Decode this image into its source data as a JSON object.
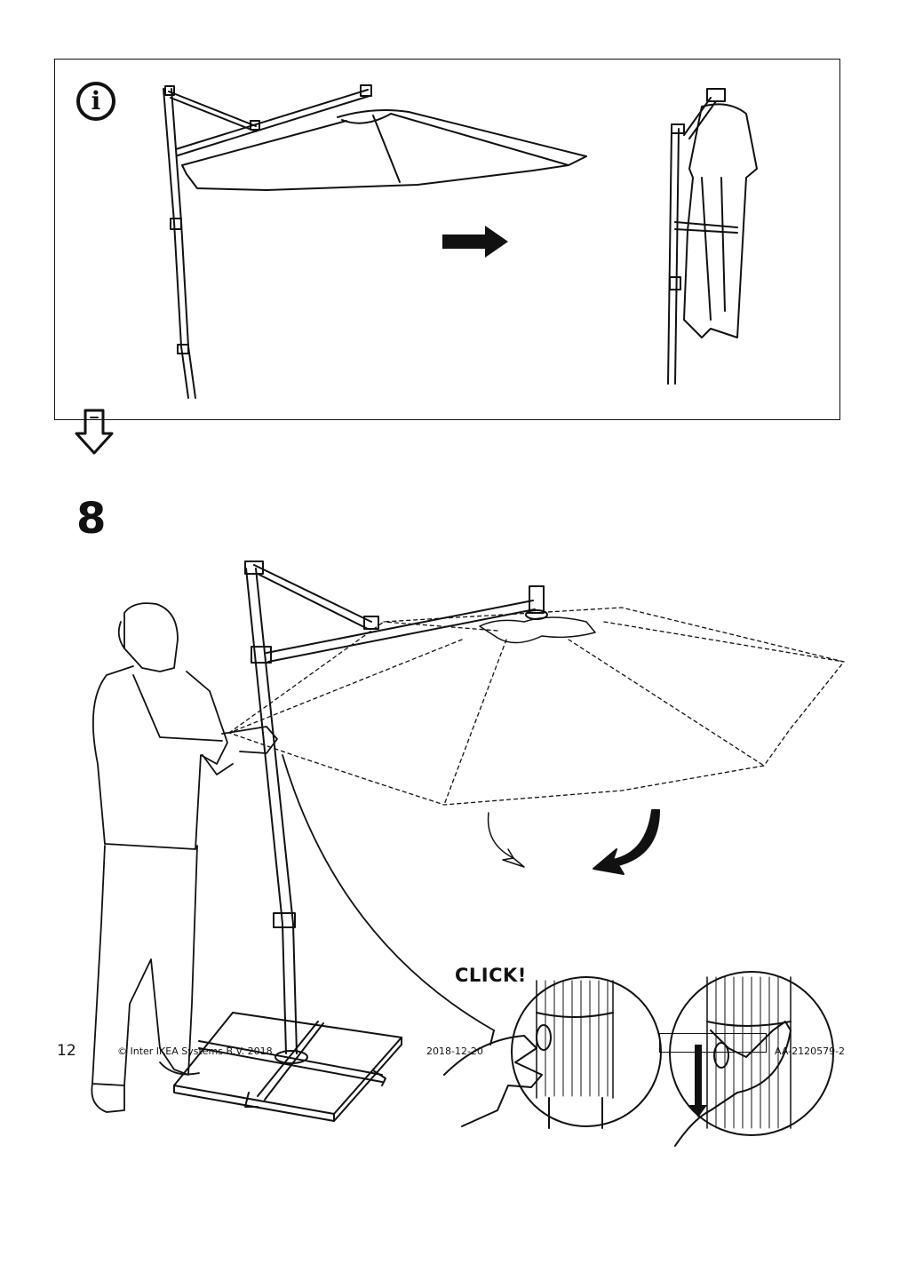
{
  "page": {
    "info_symbol": "i",
    "step_number": "8",
    "click_label": "CLICK!"
  },
  "footer": {
    "page_number": "12",
    "copyright": "© Inter IKEA Systems B.V. 2018",
    "date": "2018-12-20",
    "document_code": "AA-2120579-2"
  },
  "icons": [
    "info-icon",
    "continue-down-arrow-icon",
    "right-arrow-icon",
    "rotate-arrow-icon",
    "push-down-arrow-icon"
  ]
}
